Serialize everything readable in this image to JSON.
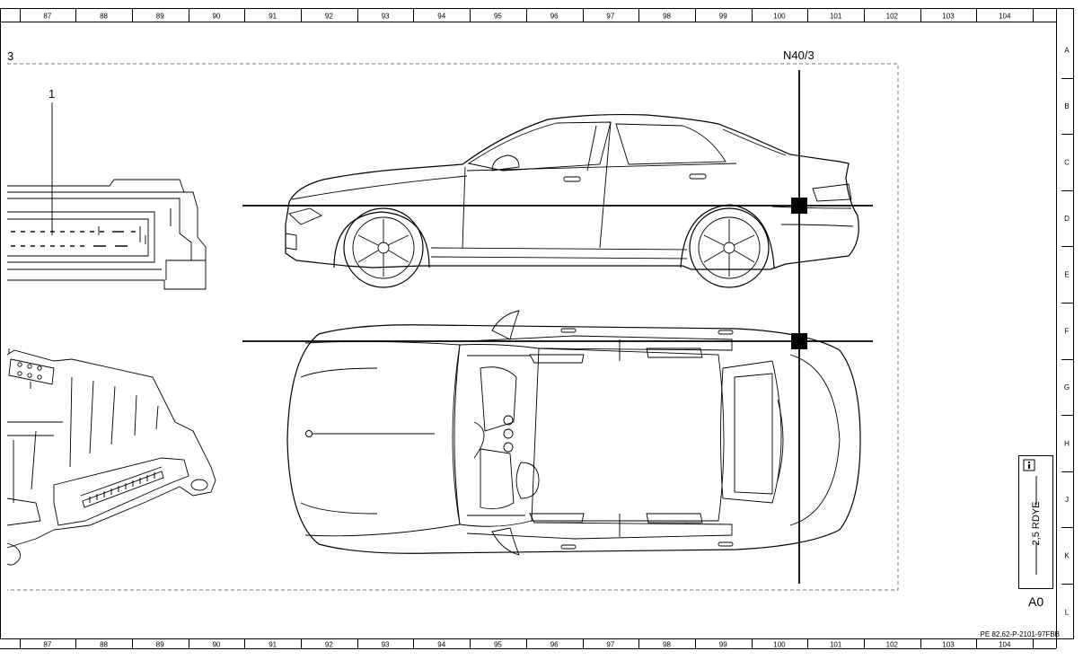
{
  "grid": {
    "columns": [
      "87",
      "88",
      "89",
      "90",
      "91",
      "92",
      "93",
      "94",
      "95",
      "96",
      "97",
      "98",
      "99",
      "100",
      "101",
      "102",
      "103",
      "104"
    ],
    "rows": [
      "A",
      "B",
      "C",
      "D",
      "E",
      "F",
      "G",
      "H",
      "J",
      "K",
      "L"
    ]
  },
  "labels": {
    "frame_ref": "3",
    "item_1": "1",
    "component": "N40/3"
  },
  "legend": {
    "wire": "2,5 RDYE",
    "location": "A0",
    "info_icon": "info-icon"
  },
  "document_id": "PE 82.62-P-2101-97FBB"
}
